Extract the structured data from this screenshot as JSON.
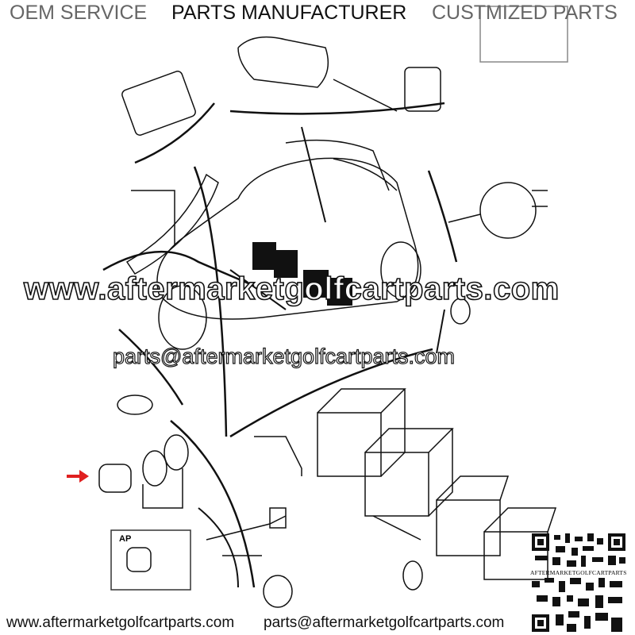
{
  "header": {
    "items": [
      "OEM SERVICE",
      "PARTS MANUFACTURER",
      "CUSTMIZED PARTS"
    ]
  },
  "watermark": {
    "website": "www.aftermarketgolfcartparts.com",
    "email": "parts@aftermarketgolfcartparts.com"
  },
  "diagram": {
    "inset_label": "AP",
    "highlight_arrow_color": "#e02020"
  },
  "qr": {
    "caption": "AFTERMARKETGOLFCARTPARTS"
  },
  "footer": {
    "website": "www.aftermarketgolfcartparts.com",
    "email": "parts@aftermarketgolfcartparts.com"
  }
}
